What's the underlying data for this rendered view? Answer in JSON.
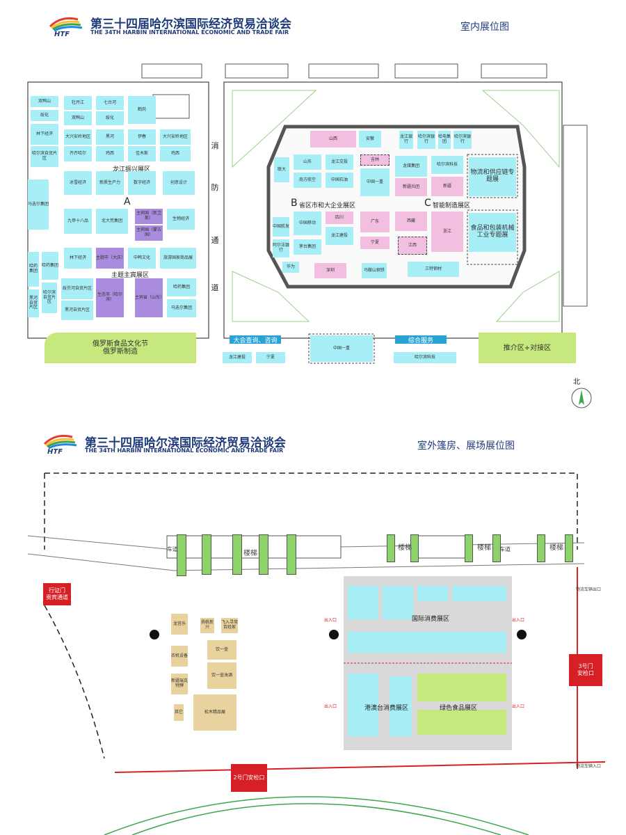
{
  "header": {
    "title": "第三十四届哈尔滨国际经济贸易洽谈会",
    "subtitle": "THE 34TH HARBIN INTERNATIONAL ECONOMIC AND TRADE FAIR",
    "logo_text": "HTF",
    "indoor_map_title": "室内展位图",
    "outdoor_map_title": "室外篷房、展场展位图"
  },
  "indoor": {
    "zone_a_letter": "A",
    "zone_b_letter": "B",
    "zone_c_letter": "C",
    "zone_longjiang": "龙江振兴展区",
    "zone_theme_guest": "主题主宾展区",
    "zone_b_label": "省区市和大企业展区",
    "zone_c_label": "智能制造展区",
    "fire_lane": [
      "消",
      "防",
      "通",
      "道"
    ],
    "russia_food_line1": "俄罗斯食品文化节",
    "russia_food_line2": "俄罗斯制造",
    "promo_zone": "推介区+对接区",
    "info_desk": "大会查询、咨询",
    "service_desk": "综合服务",
    "logistics_zone": "物流和供应链专题展",
    "food_machinery_zone": "食品和包装机械工业专题展",
    "north_label": "北",
    "booths_a": [
      "冰雪经济",
      "新质生产力",
      "数字经济",
      "创意设计",
      "九帝十八品",
      "北大荒集团",
      "主宾国（新卫斯）",
      "主宾国（蒙古国）",
      "生物经济",
      "主题市（大庆）",
      "中韩文化",
      "旅游国家商品展",
      "生态市（哈尔滨）",
      "主宾省（山东）",
      "哈药集团",
      "马迭尔集团",
      "大兴安岭地区",
      "齐齐哈尔",
      "佳木斯",
      "鸡西",
      "牡丹江",
      "伊春",
      "七台河",
      "绥化",
      "鹤岗",
      "双鸭山",
      "黑河",
      "林下经济",
      "绥芬河自贸片区",
      "黑河自贸片区",
      "哈尔滨自贸片区"
    ],
    "booths_b": [
      "山西",
      "安徽",
      "吉林",
      "山东",
      "龙江交投",
      "南方航空",
      "中国石油",
      "中国一重",
      "中国移动",
      "四川",
      "广东",
      "龙江建投",
      "茅台集团",
      "宁夏",
      "深圳",
      "马鞍山钢铁",
      "华为",
      "阿尔法银行",
      "中国航发",
      "联大"
    ],
    "booths_c": [
      "龙煤集团",
      "哈尔滨科技",
      "新疆兵团",
      "新疆",
      "西藏",
      "浙江",
      "江西",
      "三特钢材",
      "哈尔滨银行",
      "龙江银行",
      "哈电集团"
    ]
  },
  "outdoor": {
    "stairs_label": "楼梯",
    "vehicle_lane": "车道",
    "gate_vip_line1": "行证门",
    "gate_vip_line2": "贵宾通道",
    "gate3_line1": "3号门",
    "gate3_line2": "安检口",
    "gate2": "2号门安检口",
    "intl_consumer_zone": "国际消费展区",
    "hk_macau_tw_zone": "港澳台消费展区",
    "green_food_zone": "绿色食品展区",
    "entry_label": "出入口",
    "logistics_exit": "物流车辆出口",
    "logistics_entry": "物流车辆入口",
    "tan_booths": [
      "龙宫乐",
      "扬帆新兴",
      "飞入寻常百姓家",
      "农机设备",
      "饮一壶",
      "饮一壶浊酒",
      "新疆瑞克特牌",
      "其它",
      "松木精品展"
    ]
  }
}
